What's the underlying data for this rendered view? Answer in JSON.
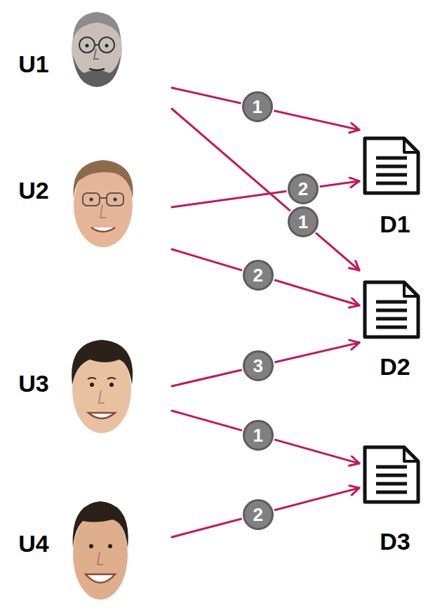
{
  "diagram": {
    "nodes": [
      {
        "text": [
          "U1"
        ]
      },
      {
        "text": [
          "U2"
        ]
      },
      {
        "text": [
          "U3"
        ]
      },
      {
        "text": [
          "U4"
        ]
      },
      {
        "text": [
          "D1"
        ]
      },
      {
        "text": [
          "D2"
        ]
      },
      {
        "text": [
          "D3"
        ]
      }
    ],
    "edges": [
      {
        "from": 0,
        "to": 4,
        "arrow": "to",
        "label": "1"
      },
      {
        "from": 1,
        "to": 4,
        "arrow": "to",
        "label": "2"
      },
      {
        "from": 0,
        "to": 5,
        "arrow": "to",
        "label": "1"
      },
      {
        "from": 1,
        "to": 5,
        "arrow": "to",
        "label": "2"
      },
      {
        "from": 2,
        "to": 5,
        "arrow": "to",
        "label": "3"
      },
      {
        "from": 2,
        "to": 6,
        "arrow": "to",
        "label": "1"
      },
      {
        "from": 3,
        "to": 6,
        "arrow": "to",
        "label": "2"
      }
    ]
  }
}
